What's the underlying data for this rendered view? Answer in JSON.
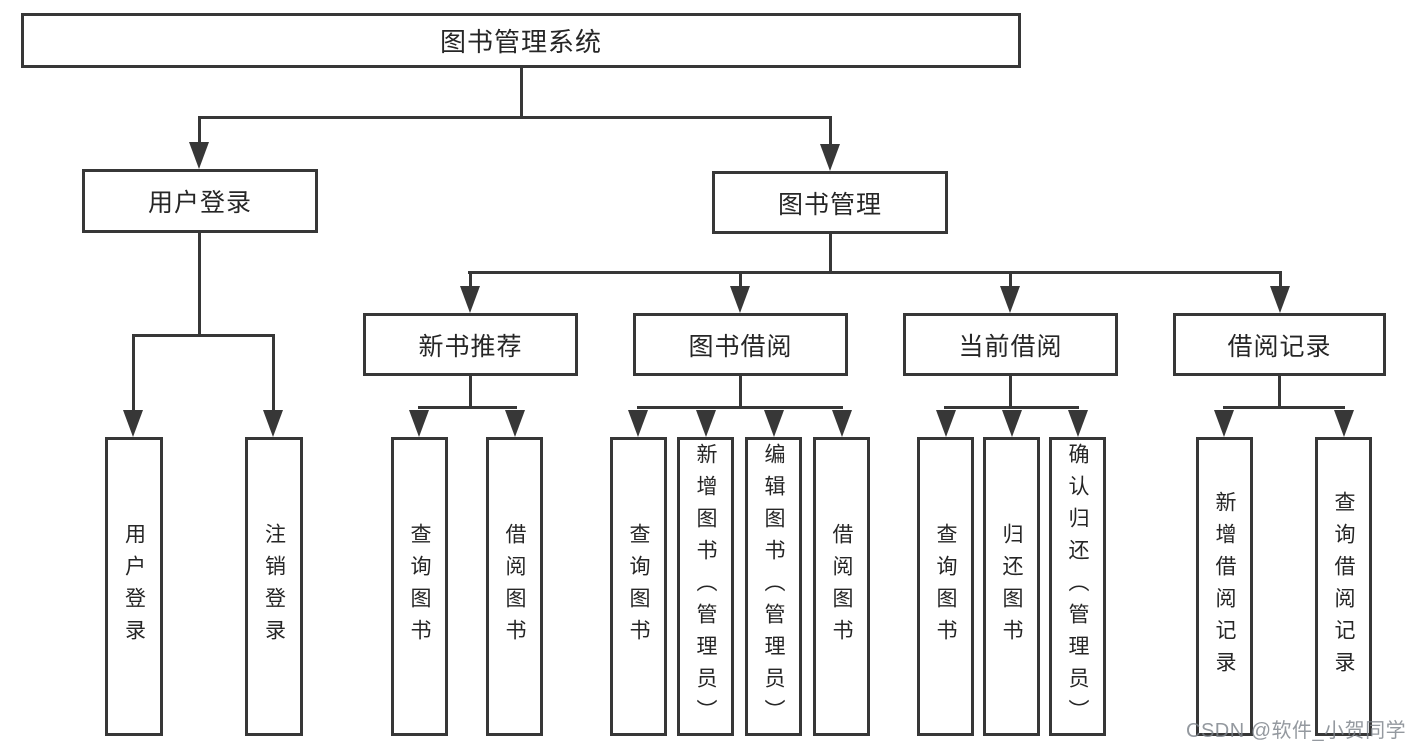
{
  "tree": {
    "root": {
      "label": "图书管理系统",
      "children": [
        {
          "label": "用户登录",
          "children": [
            {
              "label": "用户登录"
            },
            {
              "label": "注销登录"
            }
          ]
        },
        {
          "label": "图书管理",
          "children": [
            {
              "label": "新书推荐",
              "children": [
                {
                  "label": "查询图书"
                },
                {
                  "label": "借阅图书"
                }
              ]
            },
            {
              "label": "图书借阅",
              "children": [
                {
                  "label": "查询图书"
                },
                {
                  "label": "新增图书（管理员）"
                },
                {
                  "label": "编辑图书（管理员）"
                },
                {
                  "label": "借阅图书"
                }
              ]
            },
            {
              "label": "当前借阅",
              "children": [
                {
                  "label": "查询图书"
                },
                {
                  "label": "归还图书"
                },
                {
                  "label": "确认归还（管理员）"
                }
              ]
            },
            {
              "label": "借阅记录",
              "children": [
                {
                  "label": "新增借阅记录"
                },
                {
                  "label": "查询借阅记录"
                }
              ]
            }
          ]
        }
      ]
    }
  },
  "watermark": {
    "text": "CSDN @软件_小贺同学"
  },
  "colors": {
    "line": "#373737",
    "text": "#262626",
    "background": "#ffffff",
    "watermark": "#7d828a"
  }
}
